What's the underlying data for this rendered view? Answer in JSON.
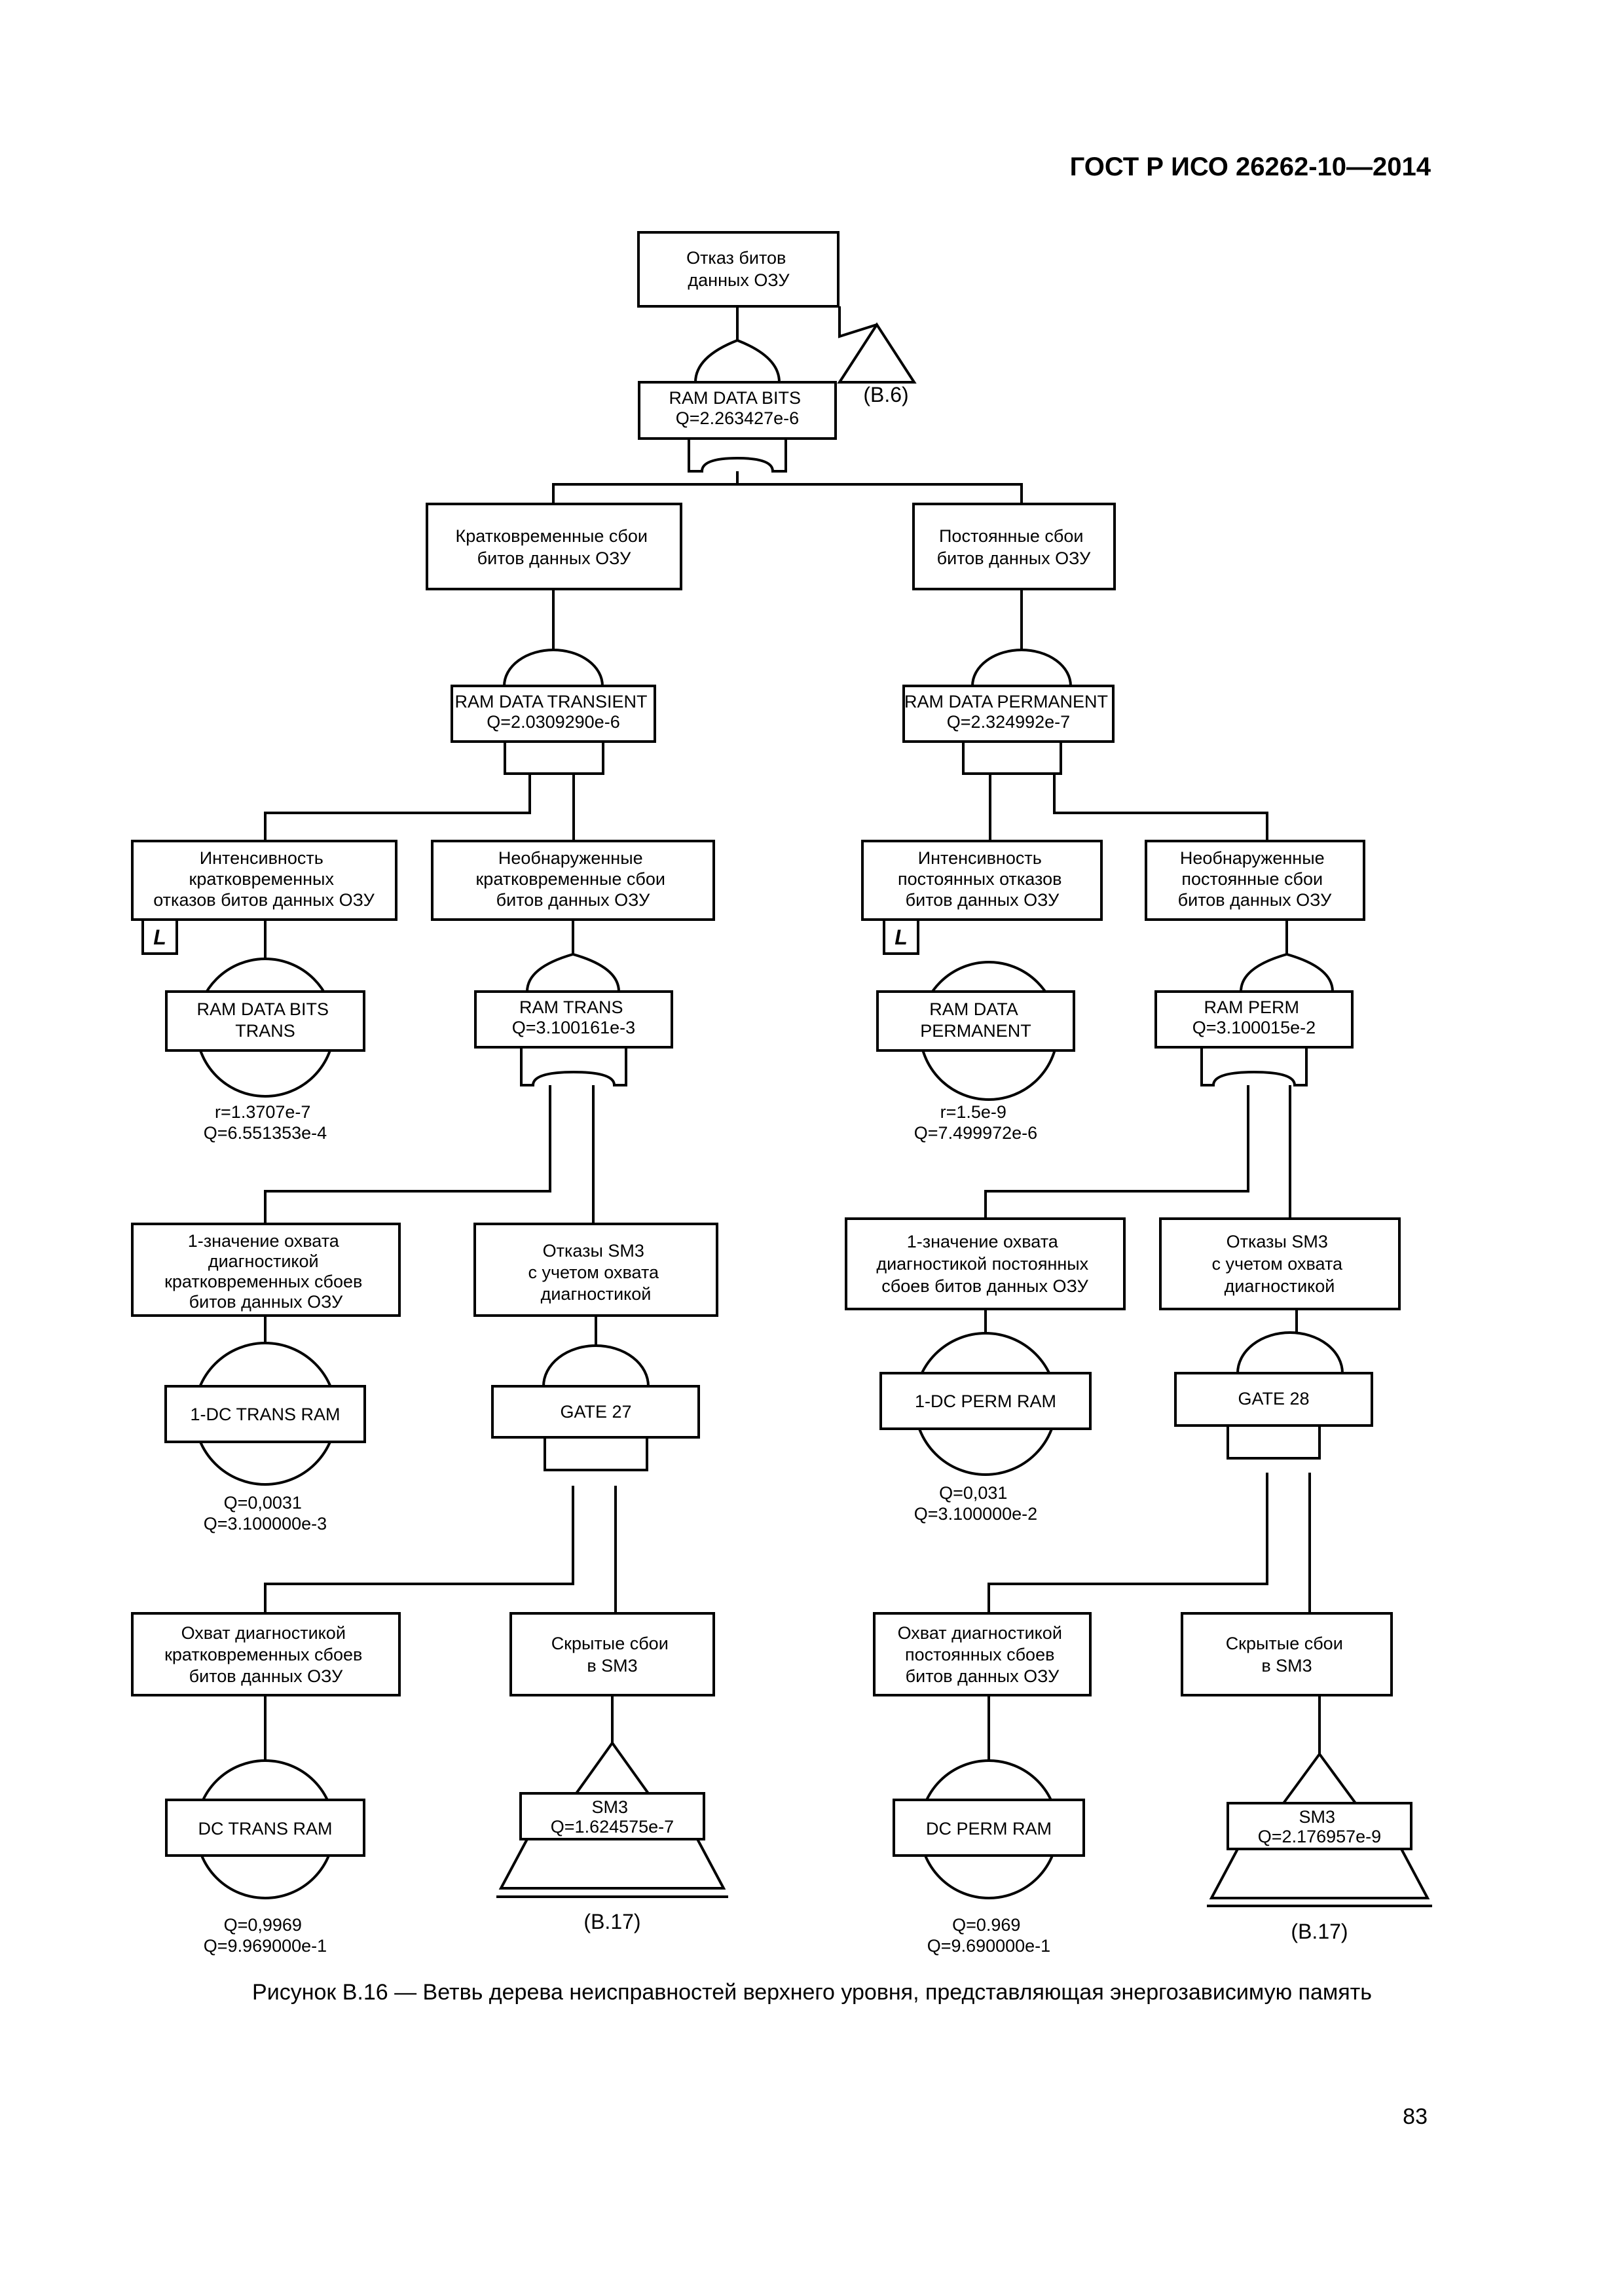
{
  "header": {
    "standard": "ГОСТ Р ИСО 26262-10—2014"
  },
  "page_number": "83",
  "caption": "Рисунок В.16 — Ветвь дерева неисправностей верхнего уровня, представляющая энергозависимую память",
  "nodes": {
    "top": [
      "Отказ битов",
      "данных ОЗУ"
    ],
    "ram_data_bits": [
      "RAM DATA BITS",
      "Q=2.263427e-6"
    ],
    "ref_b6": "(В.6)",
    "transient_title": [
      "Кратковременные сбои",
      "битов данных ОЗУ"
    ],
    "permanent_title": [
      "Постоянные сбои",
      "битов данных ОЗУ"
    ],
    "ram_data_transient": [
      "RAM DATA TRANSIENT",
      "Q=2.0309290e-6"
    ],
    "ram_data_permanent": [
      "RAM DATA PERMANENT",
      "Q=2.324992e-7"
    ],
    "trans_rate_title": [
      "Интенсивность",
      "кратковременных",
      "отказов битов данных ОЗУ"
    ],
    "trans_undetected_title": [
      "Необнаруженные",
      "кратковременные сбои",
      "битов данных ОЗУ"
    ],
    "perm_rate_title": [
      "Интенсивность",
      "постоянных отказов",
      "битов данных ОЗУ"
    ],
    "perm_undetected_title": [
      "Необнаруженные",
      "постоянные сбои",
      "битов данных ОЗУ"
    ],
    "l_marker": "L",
    "ram_data_bits_trans": [
      "RAM DATA BITS",
      "TRANS"
    ],
    "ram_data_bits_trans_values": [
      "r=1.3707e-7",
      "Q=6.551353e-4"
    ],
    "ram_trans": [
      "RAM TRANS",
      "Q=3.100161e-3"
    ],
    "ram_data_permanent_event": [
      "RAM DATA",
      "PERMANENT"
    ],
    "ram_data_permanent_values": [
      "r=1.5e-9",
      "Q=7.499972e-6"
    ],
    "ram_perm": [
      "RAM PERM",
      "Q=3.100015e-2"
    ],
    "trans_1dc_title": [
      "1-значение охвата",
      "диагностикой",
      "кратковременных сбоев",
      "битов данных ОЗУ"
    ],
    "trans_sm3_title": [
      "Отказы SM3",
      "с учетом охвата",
      "диагностикой"
    ],
    "perm_1dc_title": [
      "1-значение охвата",
      "диагностикой постоянных",
      "сбоев битов данных ОЗУ"
    ],
    "perm_sm3_title": [
      "Отказы SM3",
      "с учетом охвата",
      "диагностикой"
    ],
    "dc_trans_ram_1": "1-DC TRANS RAM",
    "dc_trans_ram_1_values": [
      "Q=0,0031",
      "Q=3.100000e-3"
    ],
    "gate27": "GATE 27",
    "dc_perm_ram_1": "1-DC PERM RAM",
    "dc_perm_ram_1_values": [
      "Q=0,031",
      "Q=3.100000e-2"
    ],
    "gate28": "GATE 28",
    "trans_cov_title": [
      "Охват диагностикой",
      "кратковременных сбоев",
      "битов данных ОЗУ"
    ],
    "trans_hidden_title": [
      "Скрытые сбои",
      "в SM3"
    ],
    "perm_cov_title": [
      "Охват диагностикой",
      "постоянных сбоев",
      "битов данных ОЗУ"
    ],
    "perm_hidden_title": [
      "Скрытые сбои",
      "в SM3"
    ],
    "dc_trans_ram": "DC TRANS RAM",
    "dc_trans_ram_values": [
      "Q=0,9969",
      "Q=9.969000e-1"
    ],
    "sm3_trans": [
      "SM3",
      "Q=1.624575e-7"
    ],
    "ref_b17_left": "(В.17)",
    "dc_perm_ram": "DC PERM RAM",
    "dc_perm_ram_values": [
      "Q=0.969",
      "Q=9.690000e-1"
    ],
    "sm3_perm": [
      "SM3",
      "Q=2.176957e-9"
    ],
    "ref_b17_right": "(В.17)"
  }
}
